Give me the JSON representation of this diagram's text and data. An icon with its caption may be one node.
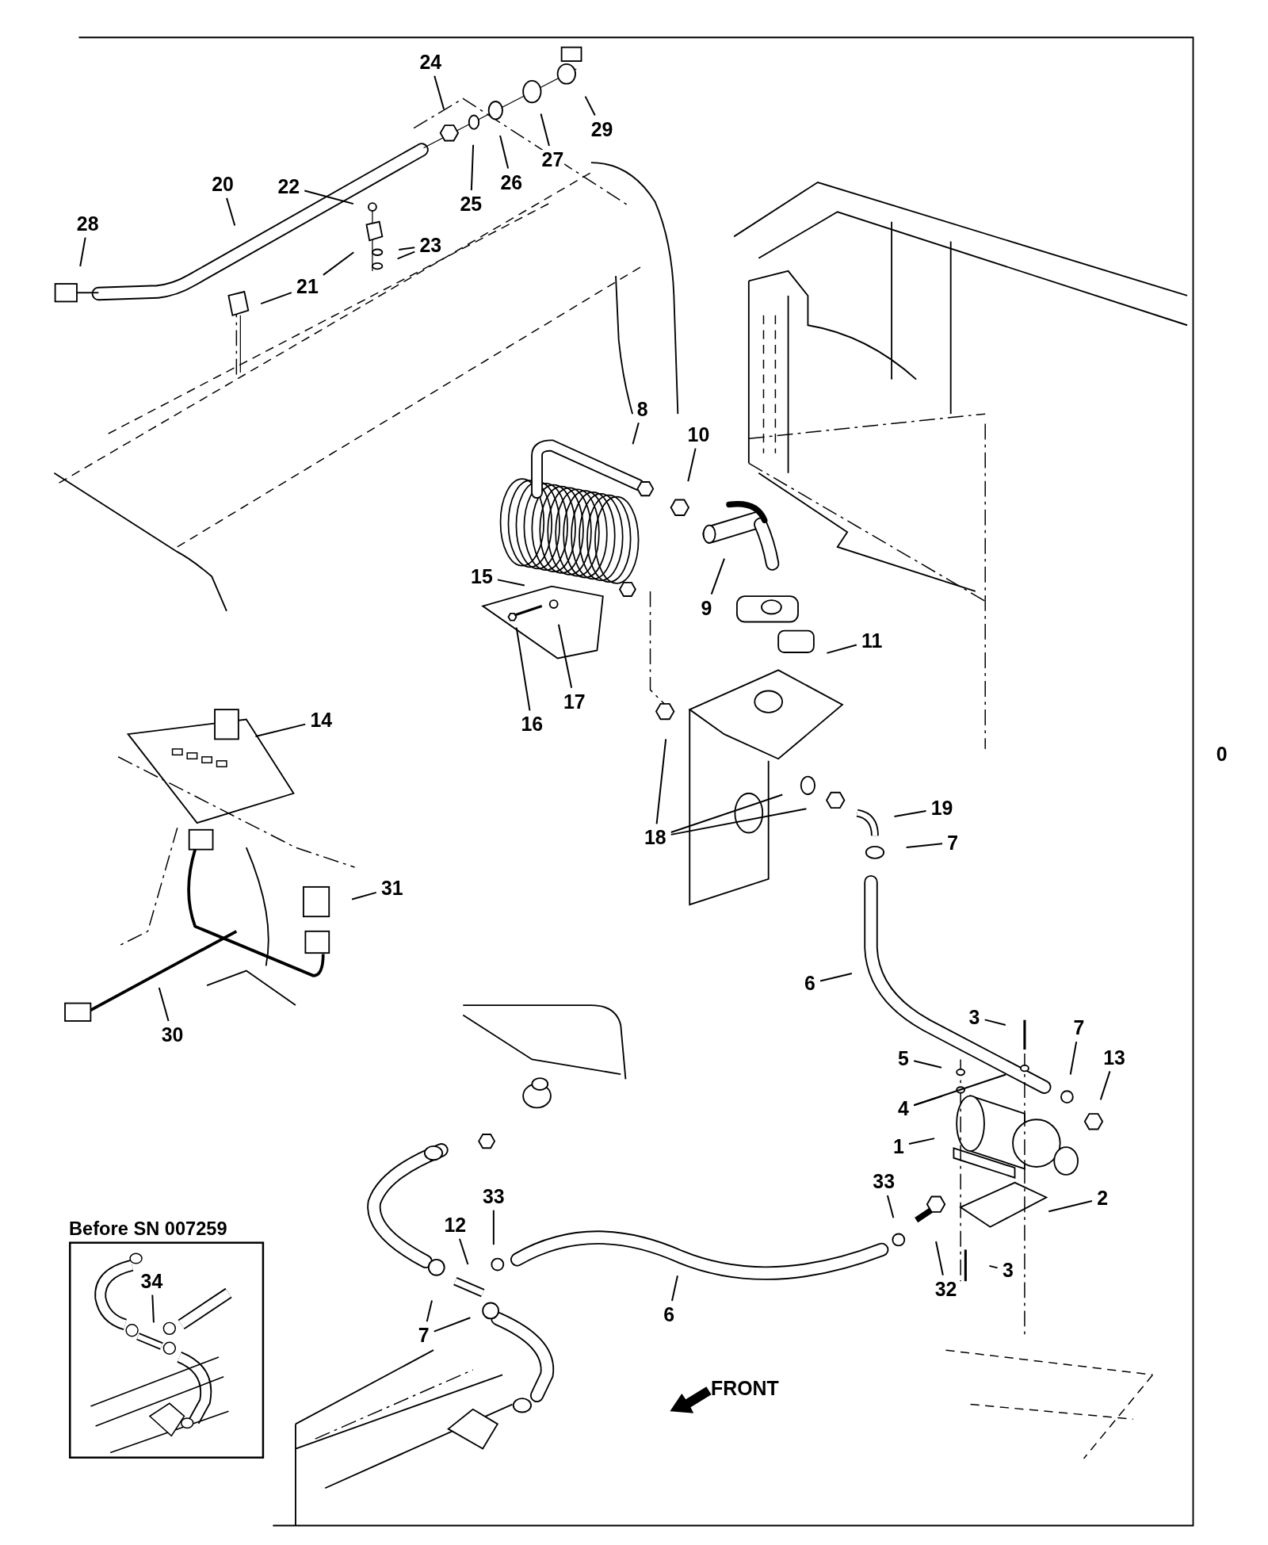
{
  "diagram": {
    "nodes": [
      {
        "text": [
          "24"
        ]
      },
      {
        "text": [
          "29"
        ]
      },
      {
        "text": [
          "20"
        ]
      },
      {
        "text": [
          "22"
        ]
      },
      {
        "text": [
          "25"
        ]
      },
      {
        "text": [
          "26"
        ]
      },
      {
        "text": [
          "27"
        ]
      },
      {
        "text": [
          "28"
        ]
      },
      {
        "text": [
          "23"
        ]
      },
      {
        "text": [
          "21"
        ]
      },
      {
        "text": [
          "8"
        ]
      },
      {
        "text": [
          "10"
        ]
      },
      {
        "text": [
          "15"
        ]
      },
      {
        "text": [
          "9"
        ]
      },
      {
        "text": [
          "11"
        ]
      },
      {
        "text": [
          "16"
        ]
      },
      {
        "text": [
          "17"
        ]
      },
      {
        "text": [
          "14"
        ]
      },
      {
        "text": [
          "18"
        ]
      },
      {
        "text": [
          "19"
        ]
      },
      {
        "text": [
          "7"
        ]
      },
      {
        "text": [
          "31"
        ]
      },
      {
        "text": [
          "6"
        ]
      },
      {
        "text": [
          "30"
        ]
      },
      {
        "text": [
          "3"
        ]
      },
      {
        "text": [
          "7"
        ]
      },
      {
        "text": [
          "5"
        ]
      },
      {
        "text": [
          "13"
        ]
      },
      {
        "text": [
          "4"
        ]
      },
      {
        "text": [
          "1"
        ]
      },
      {
        "text": [
          "33"
        ]
      },
      {
        "text": [
          "2"
        ]
      },
      {
        "text": [
          "33"
        ]
      },
      {
        "text": [
          "12"
        ]
      },
      {
        "text": [
          "3"
        ]
      },
      {
        "text": [
          "32"
        ]
      },
      {
        "text": [
          "6"
        ]
      },
      {
        "text": [
          "7"
        ]
      },
      {
        "text": [
          "Before SN 007259"
        ]
      },
      {
        "text": [
          "34"
        ],
        "in": 38
      }
    ],
    "edges": [
      {
        "from": 0,
        "to": null,
        "arrow": "none"
      },
      {
        "from": 1,
        "to": null,
        "arrow": "none"
      },
      {
        "from": 2,
        "to": null,
        "arrow": "none"
      },
      {
        "from": 3,
        "to": null,
        "arrow": "none"
      },
      {
        "from": 4,
        "to": null,
        "arrow": "none"
      },
      {
        "from": 5,
        "to": null,
        "arrow": "none"
      },
      {
        "from": 6,
        "to": null,
        "arrow": "none"
      },
      {
        "from": 7,
        "to": null,
        "arrow": "none"
      },
      {
        "from": 8,
        "to": null,
        "arrow": "none"
      },
      {
        "from": 8,
        "to": null,
        "arrow": "none"
      },
      {
        "from": 9,
        "to": null,
        "arrow": "none"
      },
      {
        "from": 9,
        "to": null,
        "arrow": "none"
      },
      {
        "from": 10,
        "to": null,
        "arrow": "none"
      },
      {
        "from": 11,
        "to": null,
        "arrow": "none"
      },
      {
        "from": 12,
        "to": null,
        "arrow": "none"
      },
      {
        "from": 13,
        "to": null,
        "arrow": "none"
      },
      {
        "from": 14,
        "to": null,
        "arrow": "none"
      },
      {
        "from": 15,
        "to": null,
        "arrow": "none"
      },
      {
        "from": 16,
        "to": null,
        "arrow": "none"
      },
      {
        "from": 17,
        "to": null,
        "arrow": "none"
      },
      {
        "from": 18,
        "to": null,
        "arrow": "none"
      },
      {
        "from": 18,
        "to": null,
        "arrow": "none"
      },
      {
        "from": 18,
        "to": null,
        "arrow": "none"
      },
      {
        "from": 19,
        "to": null,
        "arrow": "none"
      },
      {
        "from": 20,
        "to": null,
        "arrow": "none"
      },
      {
        "from": 21,
        "to": null,
        "arrow": "none"
      },
      {
        "from": 22,
        "to": null,
        "arrow": "none"
      },
      {
        "from": 23,
        "to": null,
        "arrow": "none"
      },
      {
        "from": 24,
        "to": null,
        "arrow": "none"
      },
      {
        "from": 25,
        "to": null,
        "arrow": "none"
      },
      {
        "from": 26,
        "to": null,
        "arrow": "none"
      },
      {
        "from": 27,
        "to": null,
        "arrow": "none"
      },
      {
        "from": 28,
        "to": null,
        "arrow": "none"
      },
      {
        "from": 28,
        "to": null,
        "arrow": "none"
      },
      {
        "from": 29,
        "to": null,
        "arrow": "none"
      },
      {
        "from": 30,
        "to": null,
        "arrow": "none"
      },
      {
        "from": 31,
        "to": null,
        "arrow": "none"
      },
      {
        "from": 32,
        "to": null,
        "arrow": "none"
      },
      {
        "from": 33,
        "to": null,
        "arrow": "none"
      },
      {
        "from": 34,
        "to": null,
        "arrow": "none"
      },
      {
        "from": 35,
        "to": null,
        "arrow": "none"
      },
      {
        "from": 36,
        "to": null,
        "arrow": "none"
      },
      {
        "from": 37,
        "to": null,
        "arrow": "none"
      },
      {
        "from": 37,
        "to": null,
        "arrow": "none"
      },
      {
        "from": 39,
        "to": null,
        "arrow": "none"
      }
    ],
    "labels": [
      "0",
      "FRONT"
    ]
  }
}
